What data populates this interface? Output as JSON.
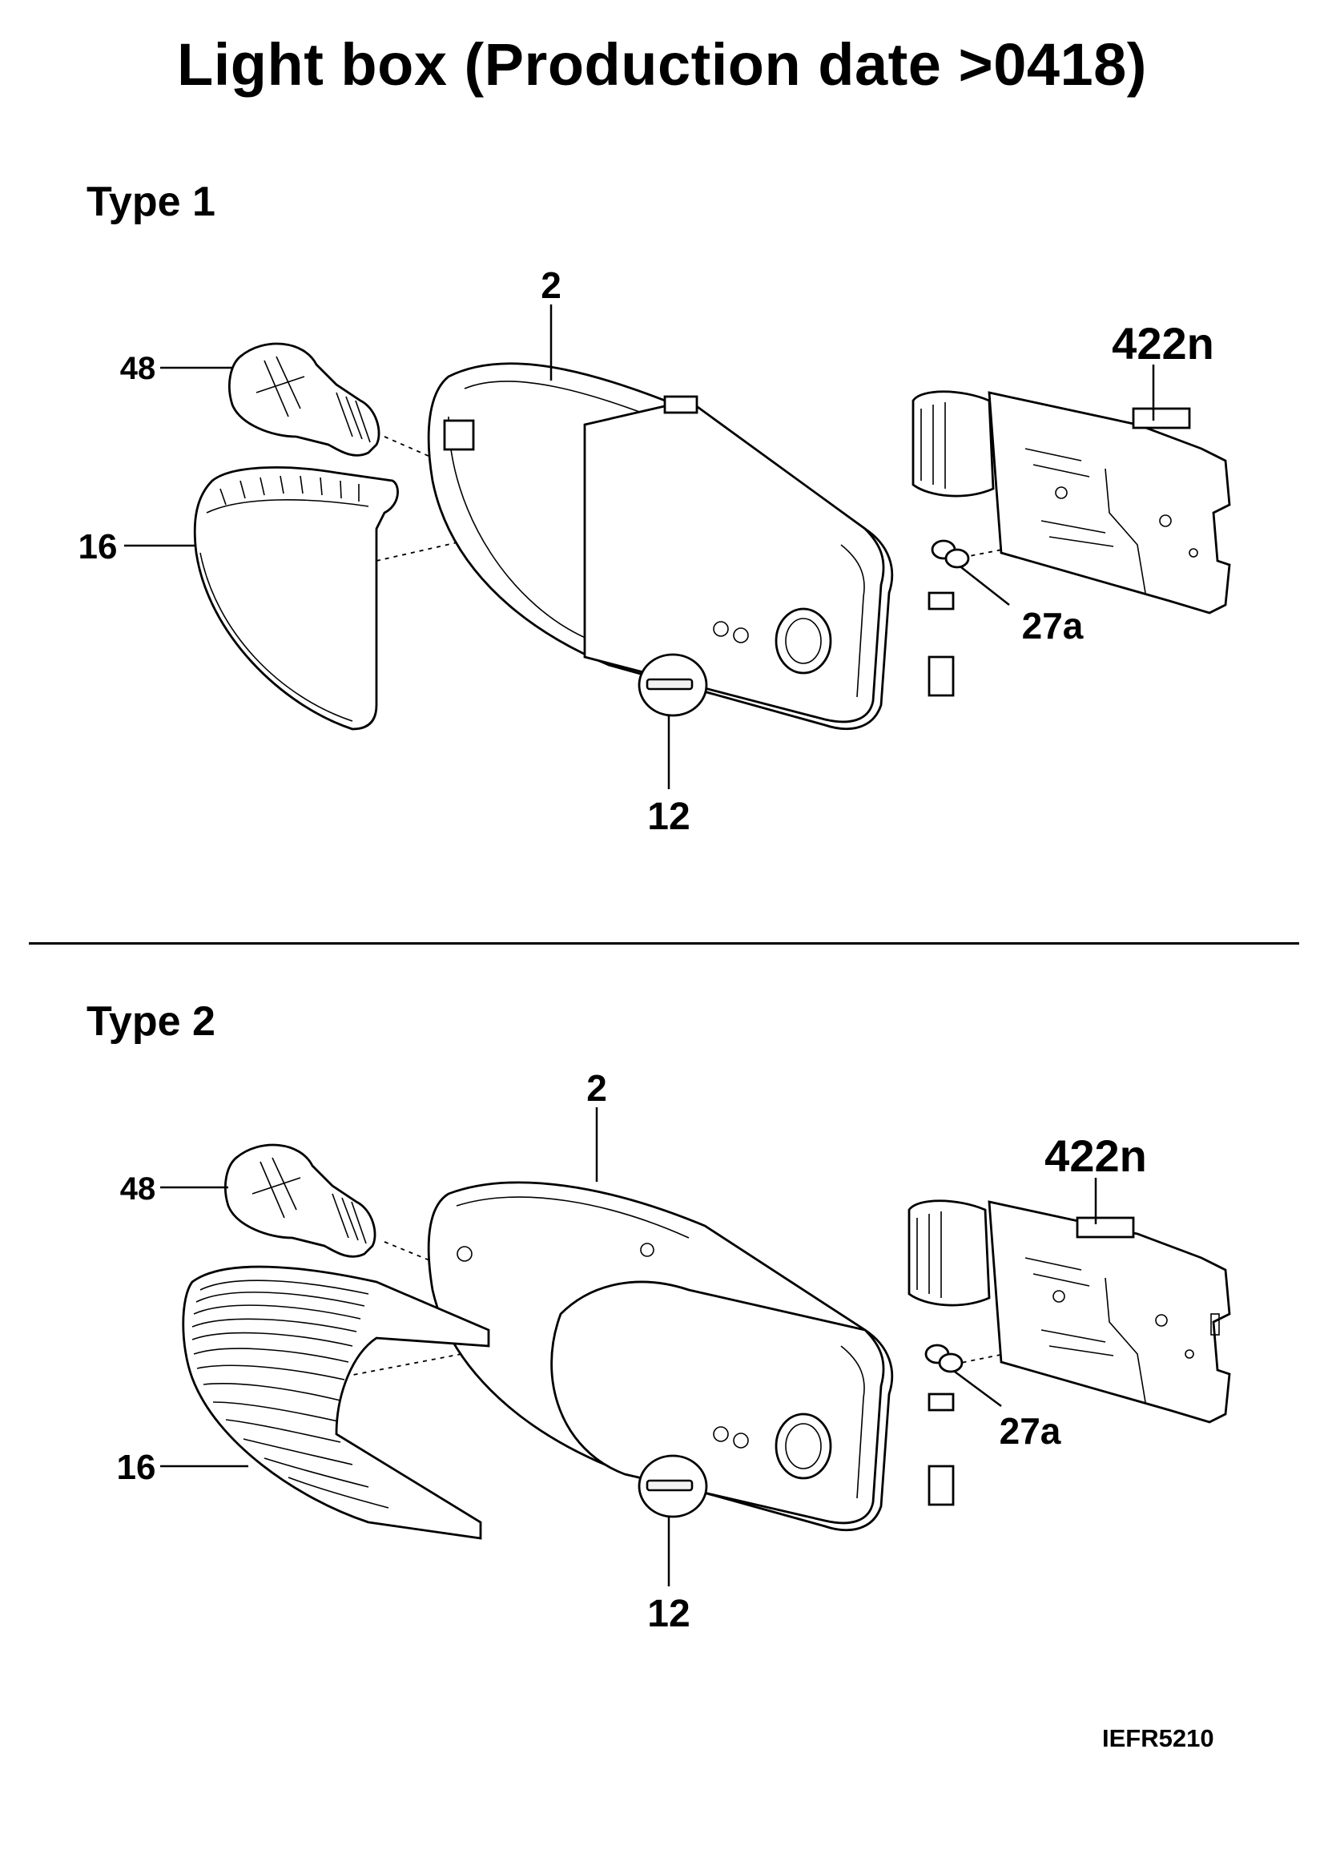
{
  "title": "Light box (Production date >0418)",
  "type1": {
    "label": "Type 1",
    "callouts": {
      "housing": "2",
      "bulb": "48",
      "connector_board": "422n",
      "cover": "16",
      "clip": "27a",
      "cap": "12"
    }
  },
  "type2": {
    "label": "Type 2",
    "callouts": {
      "housing": "2",
      "bulb": "48",
      "connector_board": "422n",
      "cover": "16",
      "clip": "27a",
      "cap": "12"
    }
  },
  "doc_code": "IEFR5210"
}
